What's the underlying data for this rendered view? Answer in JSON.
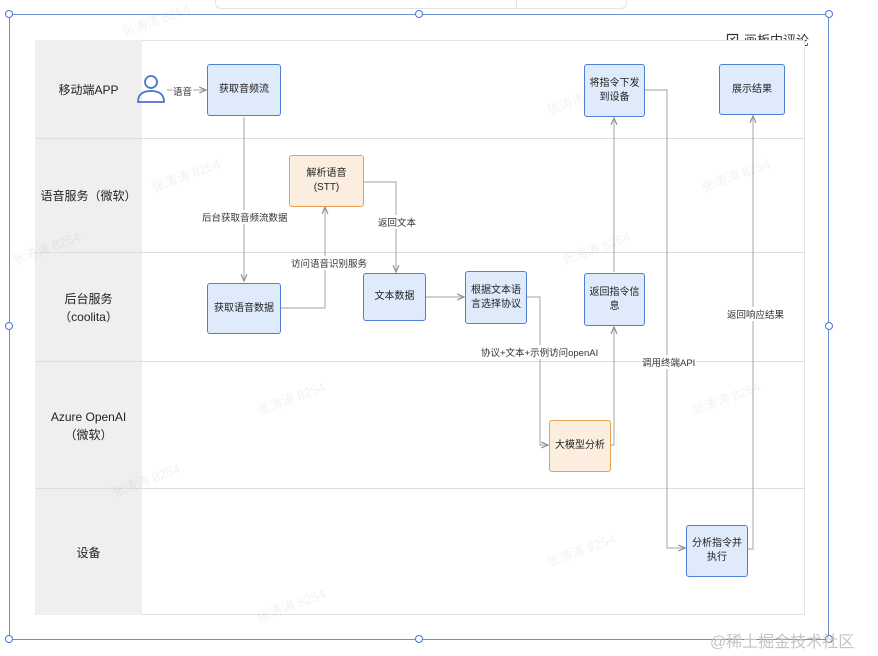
{
  "board": {
    "comment_label": "画板内评论"
  },
  "lanes": [
    {
      "label": "移动端APP"
    },
    {
      "label": "语音服务（微软）"
    },
    {
      "label": "后台服务\n（coolita）"
    },
    {
      "label": "Azure OpenAI\n（微软）"
    },
    {
      "label": "设备"
    }
  ],
  "nodes": {
    "get_audio_stream": "获取音频流",
    "parse_speech": "解析语音(STT)",
    "get_voice_data": "获取语音数据",
    "text_data": "文本数据",
    "select_protocol": "根据文本语\n言选择协议",
    "llm_analysis": "大模型分析",
    "return_command": "返回指令信\n息",
    "send_command": "将指令下发\n到设备",
    "show_result": "展示结果",
    "analyze_execute": "分析指令并\n执行"
  },
  "edges": {
    "voice": "语音",
    "fetch_audio_background": "后台获取音频流数据",
    "return_text": "返回文本",
    "access_speech_service": "访问语音识别服务",
    "protocol_text_openai": "协议+文本+示例访问openAI",
    "call_device_api": "调用终端API",
    "return_response": "返回响应结果"
  },
  "watermark": "张涛涛 8254",
  "footer": "@稀土掘金技术社区",
  "colors": {
    "node_border": "#4d7fd6",
    "node_fill": "#dfeafa",
    "highlight_border": "#e9a04a",
    "selection": "#6b8fd6"
  }
}
